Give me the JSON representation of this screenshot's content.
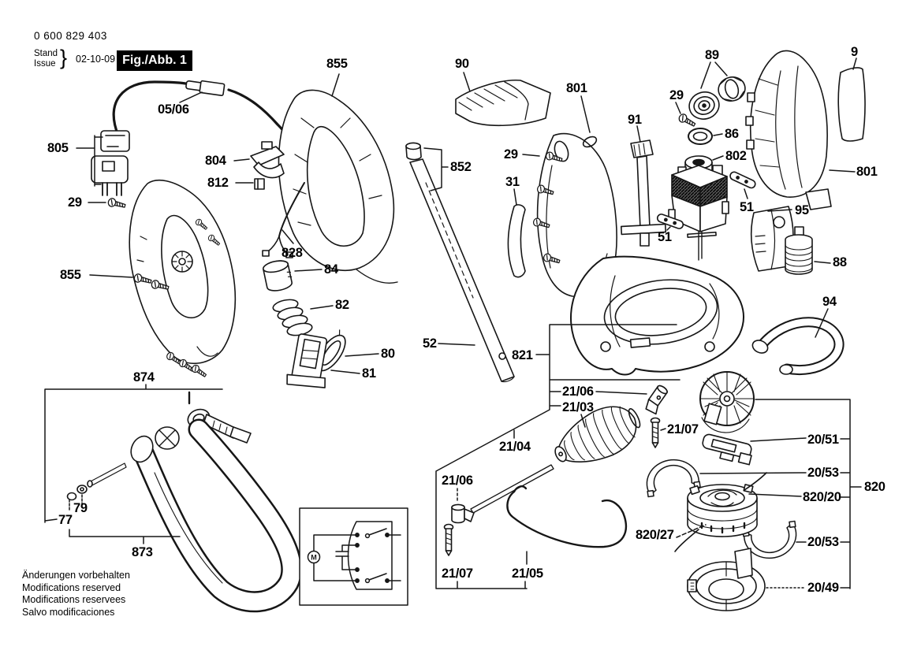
{
  "header": {
    "order_number": "0 600 829 403",
    "stand": "Stand",
    "issue": "Issue",
    "brace": "}",
    "date": "02-10-09",
    "figure": "Fig./Abb. 1"
  },
  "footer": {
    "lines": [
      "Änderungen vorbehalten",
      "Modifications reserved",
      "Modifications reservees",
      "Salvo modificaciones"
    ]
  },
  "diagram": {
    "motor_symbol": "M"
  },
  "colors": {
    "ink": "#161616",
    "paper": "#ffffff",
    "figure_tag_bg": "#000000",
    "figure_tag_text": "#ffffff"
  },
  "callouts": [
    {
      "text": "05/06"
    },
    {
      "text": "805"
    },
    {
      "text": "804"
    },
    {
      "text": "812"
    },
    {
      "text": "29"
    },
    {
      "text": "855"
    },
    {
      "text": "855"
    },
    {
      "text": "828"
    },
    {
      "text": "84"
    },
    {
      "text": "82"
    },
    {
      "text": "80"
    },
    {
      "text": "81"
    },
    {
      "text": "90"
    },
    {
      "text": "852"
    },
    {
      "text": "52"
    },
    {
      "text": "801"
    },
    {
      "text": "29"
    },
    {
      "text": "31"
    },
    {
      "text": "91"
    },
    {
      "text": "89"
    },
    {
      "text": "29"
    },
    {
      "text": "86"
    },
    {
      "text": "802"
    },
    {
      "text": "51"
    },
    {
      "text": "51"
    },
    {
      "text": "9"
    },
    {
      "text": "801"
    },
    {
      "text": "95"
    },
    {
      "text": "88"
    },
    {
      "text": "94"
    },
    {
      "text": "821"
    },
    {
      "text": "21/06"
    },
    {
      "text": "21/03"
    },
    {
      "text": "21/07"
    },
    {
      "text": "21/04"
    },
    {
      "text": "21/06"
    },
    {
      "text": "21/07"
    },
    {
      "text": "21/05"
    },
    {
      "text": "820/27"
    },
    {
      "text": "20/51"
    },
    {
      "text": "20/53"
    },
    {
      "text": "820/20"
    },
    {
      "text": "820"
    },
    {
      "text": "20/53"
    },
    {
      "text": "20/49"
    },
    {
      "text": "874"
    },
    {
      "text": "79"
    },
    {
      "text": "77"
    },
    {
      "text": "873"
    }
  ]
}
